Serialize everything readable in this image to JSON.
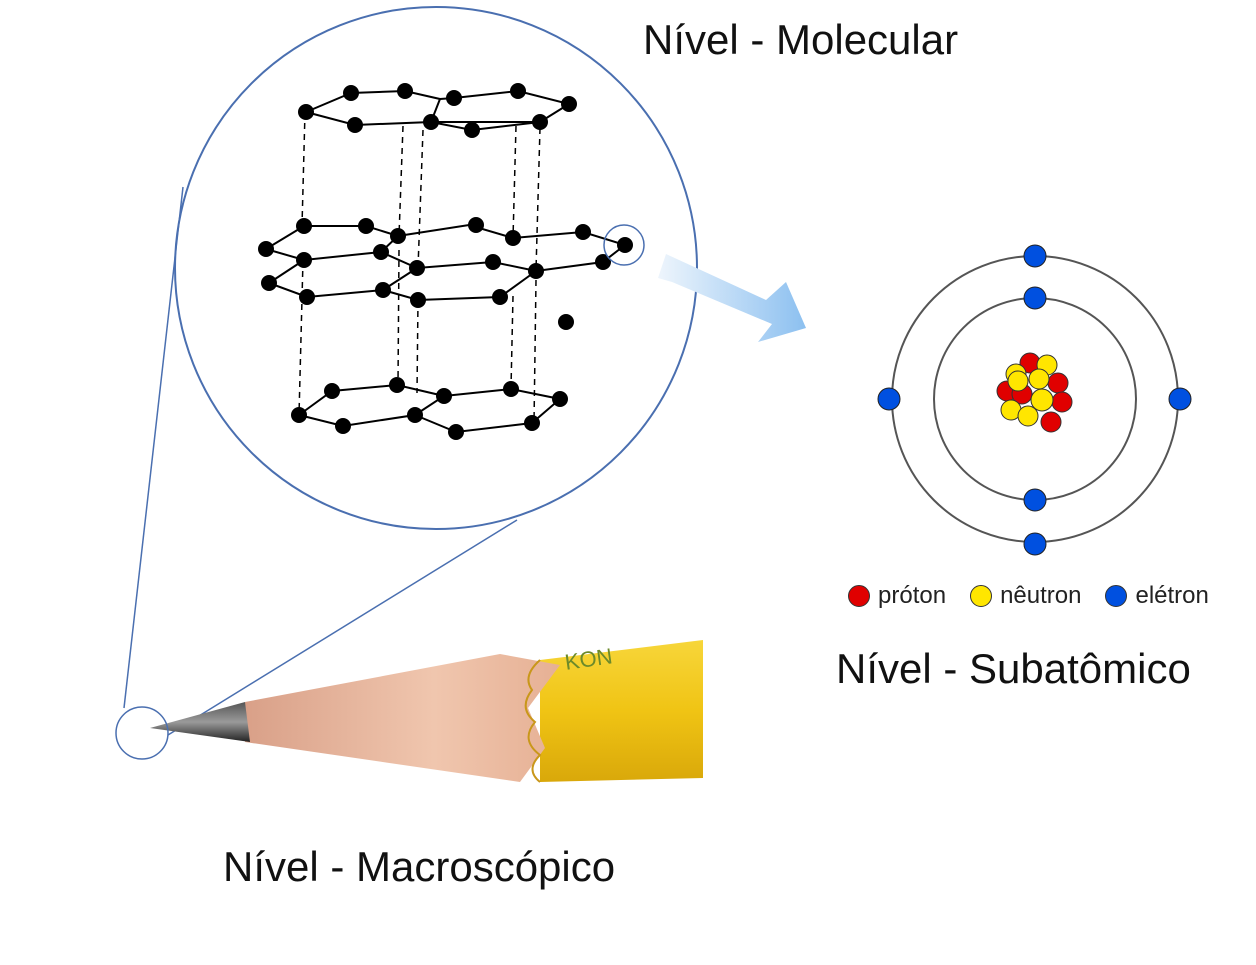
{
  "titles": {
    "molecular": "Nível - Molecular",
    "subatomic": "Nível - Subatômico",
    "macroscopic": "Nível - Macroscópico"
  },
  "legend": {
    "proton": "próton",
    "neutron": "nêutron",
    "electron": "elétron"
  },
  "colors": {
    "proton": "#e00000",
    "neutron": "#ffe600",
    "electron": "#0050e0",
    "magnifier_outline": "#4a6fb0",
    "orbit": "#555555",
    "atom_carbon": "#000000",
    "arrow_start": "#eaf2fb",
    "arrow_end": "#8fc0ef",
    "pencil_yellow": "#f2c81a",
    "pencil_wood": "#e8b69b",
    "graphite": "#222222"
  },
  "pencil_brand_text": "KON",
  "icons": {
    "pencil": "pencil-icon",
    "arrow": "zoom-arrow-icon",
    "atom": "atom-icon",
    "graphite_lattice": "graphite-lattice-icon"
  }
}
